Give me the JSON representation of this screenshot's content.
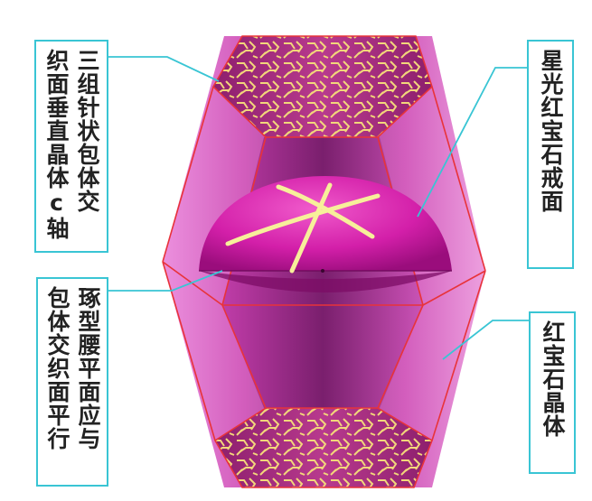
{
  "labels": {
    "inclusion": {
      "lines": [
        "三组针状包体交",
        "织面垂直晶体c轴"
      ]
    },
    "cabochon": {
      "lines": [
        "琢型腰平面应与",
        "包体交织面平行"
      ]
    },
    "star": {
      "lines": [
        "星光红宝石戒面"
      ]
    },
    "crystal": {
      "lines": [
        "红宝石晶体"
      ]
    }
  },
  "colors": {
    "crystal_face": "#c02ba0",
    "crystal_edge": "#e8333a",
    "dome": "#d41ea8",
    "star_rays": "#f7ef9a",
    "needles": "#f2d77a",
    "leader_line": "#39c5d4",
    "box_border": "#39c5d4"
  }
}
